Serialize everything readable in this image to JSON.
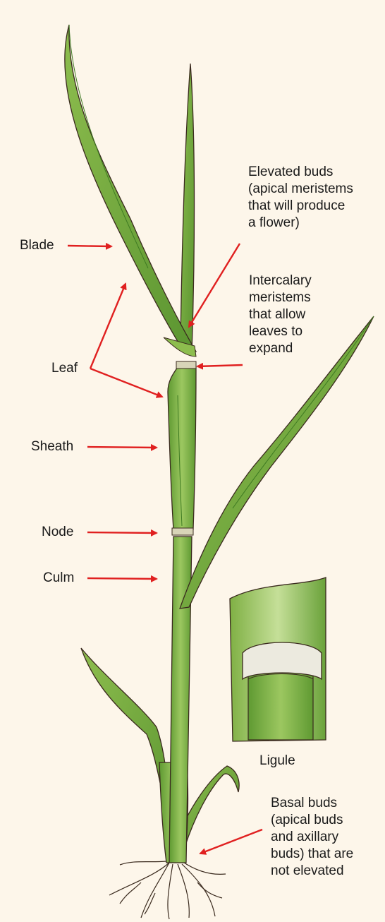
{
  "colors": {
    "background": "#fdf6ea",
    "arrow": "#e02020",
    "stem_dark": "#4f8a2a",
    "stem_mid": "#7fb044",
    "stem_light": "#b8d88a",
    "outline": "#3a2a1e",
    "ligule": "#eceadf"
  },
  "labels": {
    "blade": "Blade",
    "leaf": "Leaf",
    "sheath": "Sheath",
    "node": "Node",
    "culm": "Culm",
    "elevated_buds": [
      "Elevated buds",
      "(apical meristems",
      "that will produce",
      "a flower)"
    ],
    "intercalary": [
      "Intercalary",
      "meristems",
      "that allow",
      "leaves to",
      "expand"
    ],
    "ligule": "Ligule",
    "basal_buds": [
      "Basal buds",
      "(apical buds",
      "and axillary",
      "buds) that are",
      "not elevated"
    ]
  }
}
